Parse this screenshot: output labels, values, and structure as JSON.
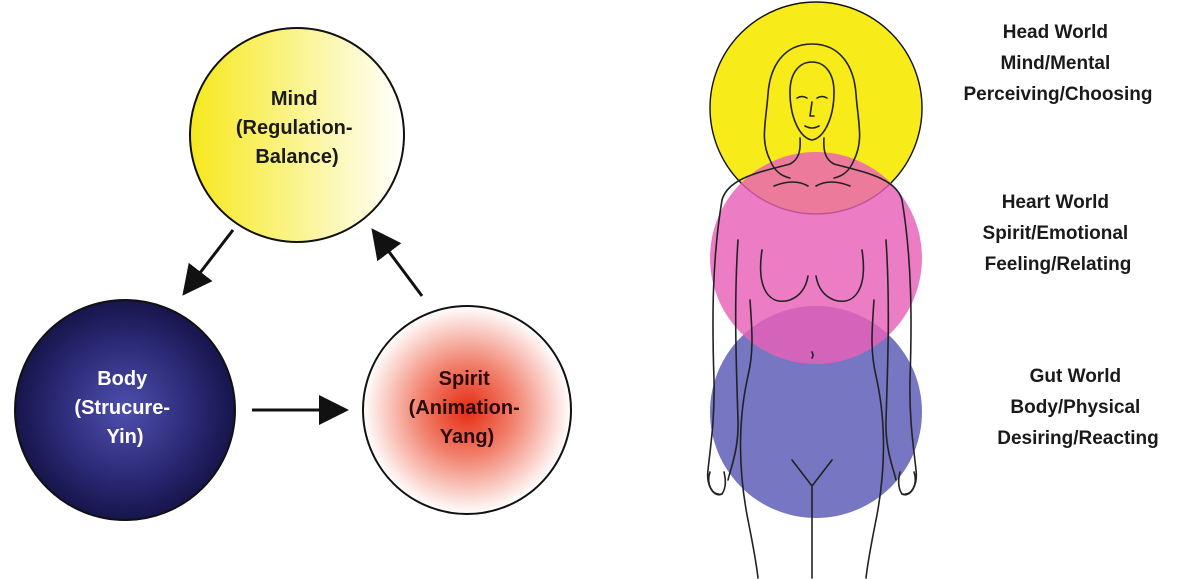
{
  "cycle": {
    "mind": {
      "lines": [
        "Mind",
        "(Regulation-",
        "Balance)"
      ],
      "text_color": "#1a1a1a"
    },
    "body": {
      "lines": [
        "Body",
        "(Strucure-",
        "Yin)"
      ],
      "text_color": "#ffffff"
    },
    "spirit": {
      "lines": [
        "Spirit",
        "(Animation-",
        "Yang)"
      ],
      "text_color": "#2a0a0a"
    }
  },
  "worlds": {
    "head": {
      "lines": [
        "Head World",
        "Mind/Mental",
        "Perceiving/Choosing"
      ]
    },
    "heart": {
      "lines": [
        "Heart World",
        "Spirit/Emotional",
        "Feeling/Relating"
      ]
    },
    "gut": {
      "lines": [
        "Gut World",
        "Body/Physical",
        "Desiring/Reacting"
      ]
    }
  },
  "colors": {
    "mind": "#f7ec1a",
    "heart": "#e860b8",
    "gut": "#6f6fbf",
    "body_center": "#4a4aa8",
    "body_edge": "#1b1a55",
    "spirit_center": "#e8321a"
  }
}
